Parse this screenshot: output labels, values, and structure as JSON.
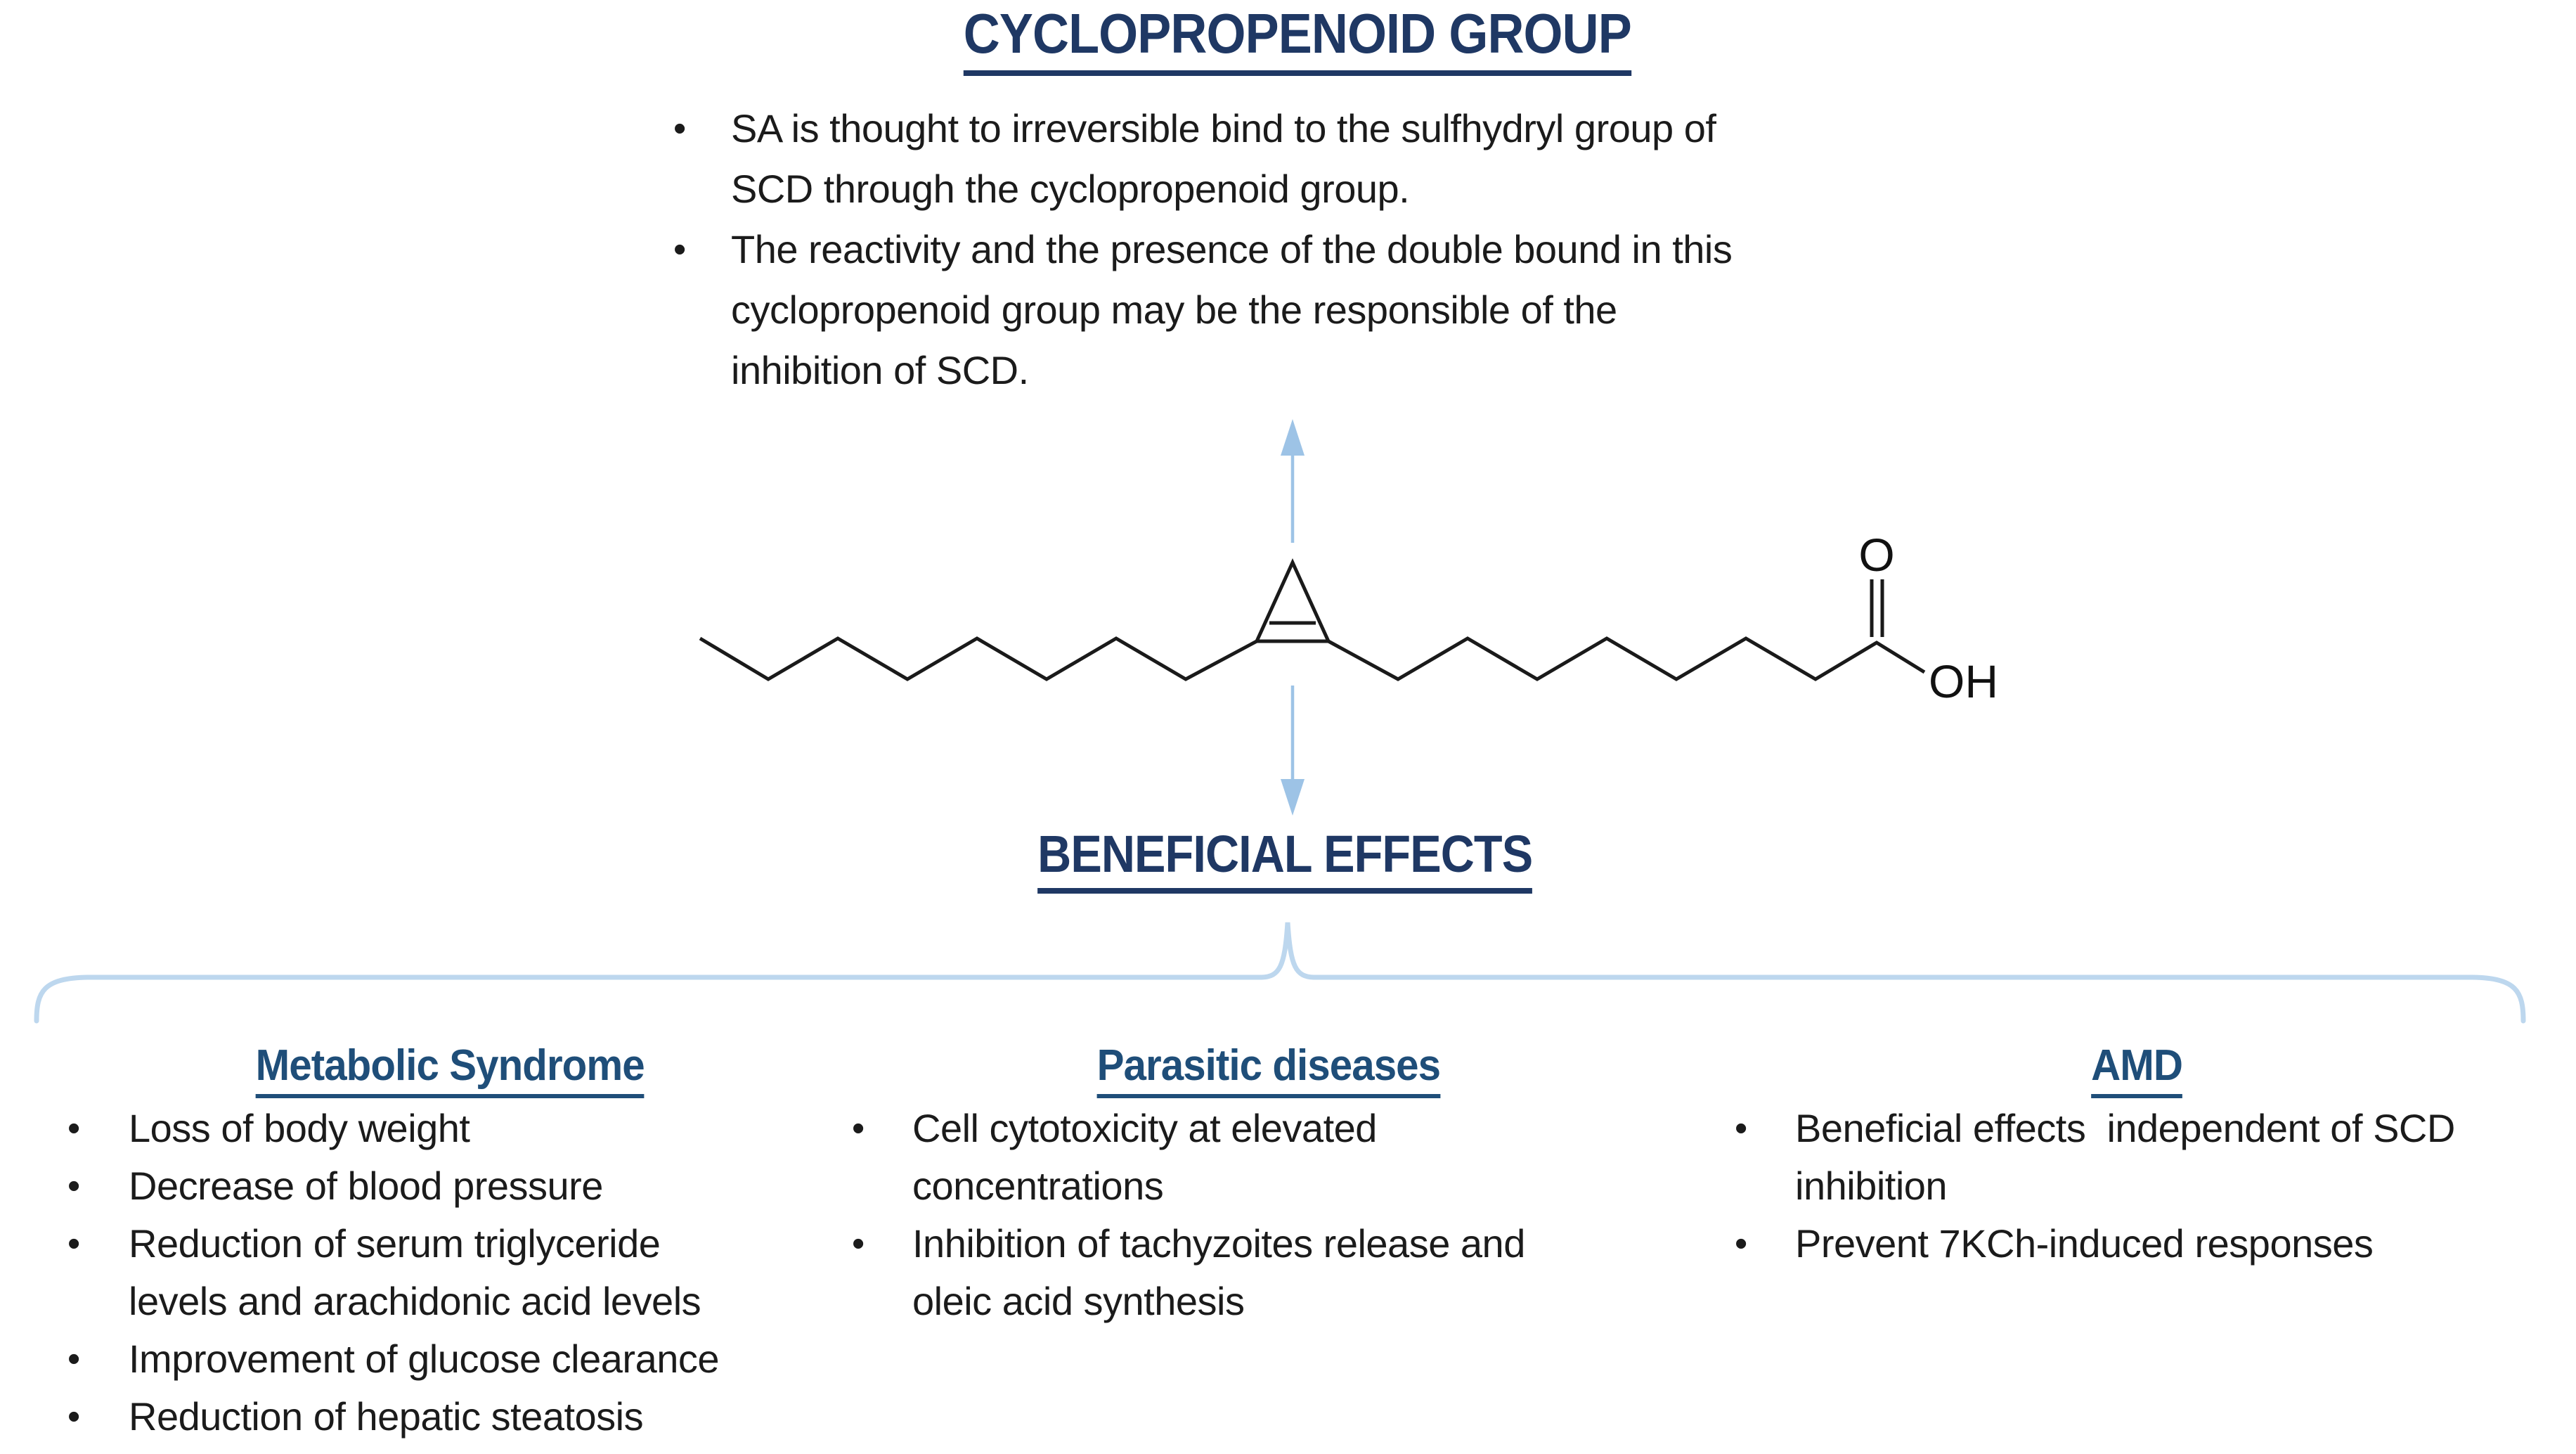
{
  "colors": {
    "title_navy": "#1f3864",
    "heading_blue": "#1f4e79",
    "arrow_blue": "#9dc3e6",
    "brace_blue": "#bdd7ee",
    "body_text": "#1b1b1b"
  },
  "ui": {
    "bullet_char": "•"
  },
  "top_section": {
    "title": "CYCLOPROPENOID GROUP",
    "lines": [
      "SA is thought to irreversible bind to the sulfhydryl group of",
      "SCD through the cyclopropenoid group.",
      "The reactivity and the presence of the double bound in this",
      "cyclopropenoid group may be the responsible of the",
      "inhibition of SCD."
    ]
  },
  "molecule": {
    "name": "sterculic acid skeletal structure",
    "o_label": "O",
    "oh_label": "OH"
  },
  "mid_section": {
    "title": "BENEFICIAL EFFECTS"
  },
  "columns": [
    {
      "heading": "Metabolic Syndrome",
      "lines": [
        "Loss of body weight",
        "Decrease of blood pressure",
        "Reduction of serum triglyceride",
        "levels and arachidonic acid levels",
        "Improvement of glucose clearance",
        "Reduction of hepatic steatosis"
      ]
    },
    {
      "heading": "Parasitic diseases",
      "lines": [
        "Cell cytotoxicity at elevated",
        "concentrations",
        "Inhibition of tachyzoites release and",
        "oleic acid synthesis"
      ]
    },
    {
      "heading": "AMD",
      "lines": [
        "Beneficial effects  independent of SCD",
        "inhibition",
        "Prevent 7KCh-induced responses"
      ]
    }
  ]
}
